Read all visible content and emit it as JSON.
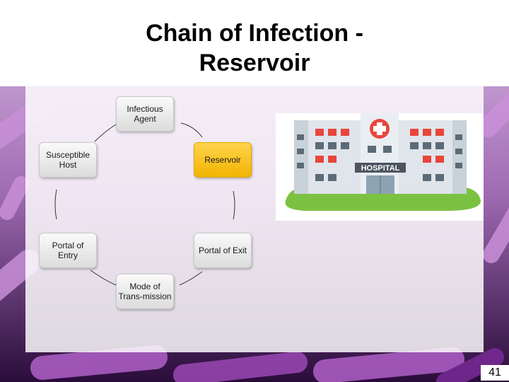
{
  "slide": {
    "title_line1": "Chain of Infection -",
    "title_line2": "Reservoir",
    "slide_number": "41"
  },
  "cycle": {
    "nodes": [
      {
        "label": "Infectious Agent",
        "highlighted": false
      },
      {
        "label": "Reservoir",
        "highlighted": true
      },
      {
        "label": "Portal of Exit",
        "highlighted": false
      },
      {
        "label": "Mode of Trans-mission",
        "highlighted": false
      },
      {
        "label": "Portal of Entry",
        "highlighted": false
      },
      {
        "label": "Susceptible Host",
        "highlighted": false
      }
    ]
  },
  "illustration": {
    "icon": "hospital-building-icon",
    "sign_text": "HOSPITAL"
  },
  "colors": {
    "highlight": "#f2b400",
    "node_fill": "#e6e6e6",
    "hospital_red": "#e8453c",
    "grass": "#7cc242"
  }
}
